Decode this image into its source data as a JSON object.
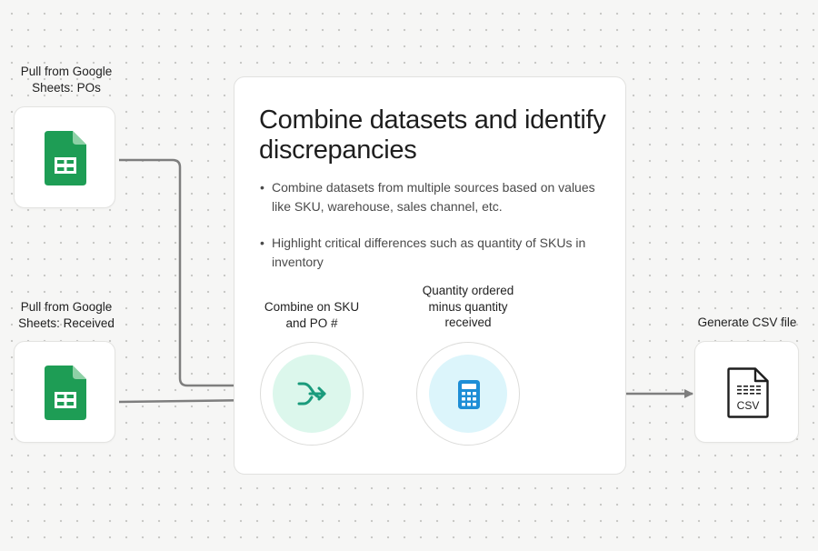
{
  "nodes": {
    "source_pos": {
      "label": "Pull from Google\nSheets: POs",
      "icon": "google-sheets-icon",
      "color": "#1e9d55"
    },
    "source_received": {
      "label": "Pull from Google\nSheets: Received",
      "icon": "google-sheets-icon",
      "color": "#1e9d55"
    },
    "combine_step": {
      "label": "Combine on SKU\nand PO #",
      "icon": "merge-arrow-icon",
      "fill": "#dcf7ec",
      "icon_color": "#1a9b7c"
    },
    "subtract_step": {
      "label": "Quantity ordered\nminus quantity\nreceived",
      "icon": "calculator-icon",
      "fill": "#dcf5fb",
      "icon_color": "#1e8ed6"
    },
    "output": {
      "label": "Generate CSV file",
      "icon": "csv-file-icon",
      "file_text": "CSV"
    }
  },
  "main_card": {
    "title": "Combine datasets and identify discrepancies",
    "bullets": [
      "Combine datasets from multiple sources based on values like SKU, warehouse, sales channel, etc.",
      "Highlight critical differences such as quantity of SKUs in inventory"
    ]
  },
  "colors": {
    "connector": "#7e7e7e",
    "background": "#f6f6f5",
    "card_border": "#e1e1df"
  }
}
